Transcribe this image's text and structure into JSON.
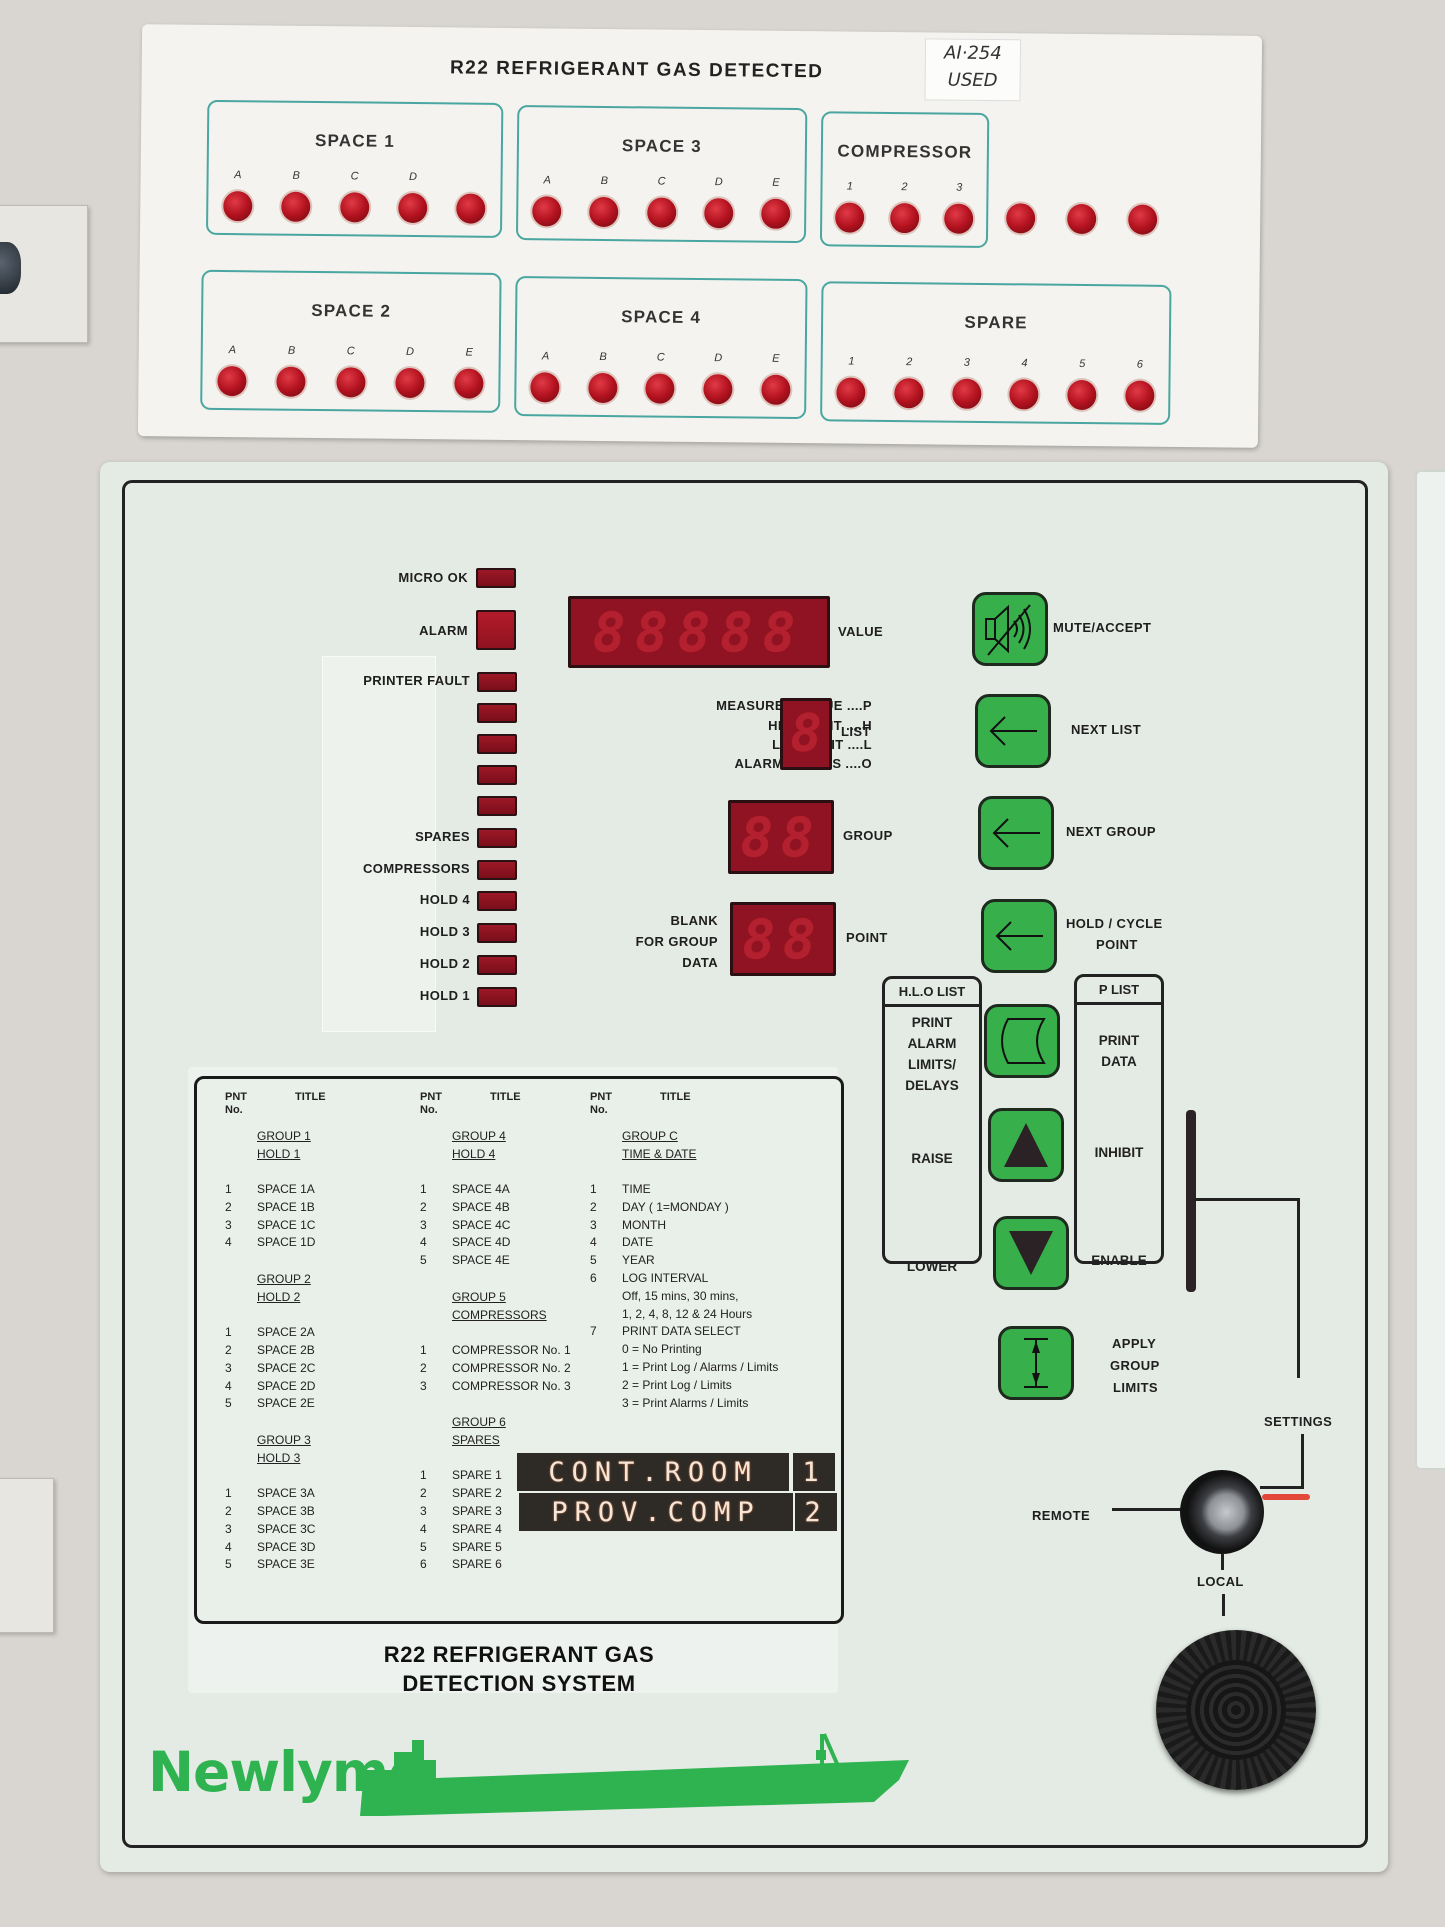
{
  "annunciator": {
    "title": "R22 REFRIGERANT GAS DETECTED",
    "note_line1": "AI·254",
    "note_line2": "USED",
    "zones": [
      {
        "name": "SPACE 1",
        "lamps": [
          "A",
          "B",
          "C",
          "D",
          ""
        ]
      },
      {
        "name": "SPACE 3",
        "lamps": [
          "A",
          "B",
          "C",
          "D",
          "E"
        ]
      },
      {
        "name": "COMPRESSOR",
        "lamps": [
          "1",
          "2",
          "3"
        ]
      },
      {
        "name": "SPACE 2",
        "lamps": [
          "A",
          "B",
          "C",
          "D",
          "E"
        ]
      },
      {
        "name": "SPACE 4",
        "lamps": [
          "A",
          "B",
          "C",
          "D",
          "E"
        ]
      },
      {
        "name": "SPARE",
        "lamps": [
          "1",
          "2",
          "3",
          "4",
          "5",
          "6"
        ]
      }
    ],
    "unlabeled_lamp_count": 3
  },
  "status_leds": {
    "micro_ok": "MICRO  OK",
    "alarm": "ALARM",
    "printer_fault": "PRINTER  FAULT",
    "spares": "SPARES",
    "compressors": "COMPRESSORS",
    "hold4": "HOLD  4",
    "hold3": "HOLD  3",
    "hold2": "HOLD  2",
    "hold1": "HOLD  1"
  },
  "displays": {
    "value_label": "VALUE",
    "value_digits": "88888",
    "list_label": "LIST",
    "list_digit": "8",
    "list_legend": [
      "MEASURED VALUE ....P",
      "HIGH LIMIT ....H",
      "LOW LIMIT ....L",
      "ALARM DELAYS ....O"
    ],
    "group_label": "GROUP",
    "group_digits": "88",
    "point_label": "POINT",
    "point_digits": "88",
    "point_note": [
      "BLANK",
      "FOR GROUP",
      "DATA"
    ]
  },
  "buttons": {
    "mute_accept": "MUTE/ACCEPT",
    "next_list": "NEXT LIST",
    "next_group": "NEXT GROUP",
    "hold_cycle_1": "HOLD / CYCLE",
    "hold_cycle_2": "POINT",
    "apply_1": "APPLY",
    "apply_2": "GROUP",
    "apply_3": "LIMITS"
  },
  "hlo_list": {
    "header": "H.L.O  LIST",
    "print": [
      "PRINT",
      "ALARM",
      "LIMITS/",
      "DELAYS"
    ],
    "raise": "RAISE",
    "lower": "LOWER"
  },
  "p_list": {
    "header": "P  LIST",
    "print": [
      "PRINT",
      "DATA"
    ],
    "inhibit": "INHIBIT",
    "enable": "ENABLE"
  },
  "keyswitch": {
    "settings": "SETTINGS",
    "remote": "REMOTE",
    "local": "LOCAL"
  },
  "legend": {
    "hdr_pnt": "PNT",
    "hdr_no": "No.",
    "hdr_title": "TITLE",
    "col1": [
      {
        "title1": "GROUP  1",
        "title2": "HOLD  1",
        "points": [
          "SPACE 1A",
          "SPACE 1B",
          "SPACE 1C",
          "SPACE 1D"
        ]
      },
      {
        "title1": "GROUP  2",
        "title2": "HOLD 2",
        "points": [
          "SPACE 2A",
          "SPACE 2B",
          "SPACE 2C",
          "SPACE 2D",
          "SPACE 2E"
        ]
      },
      {
        "title1": "GROUP  3",
        "title2": "HOLD 3",
        "points": [
          "SPACE 3A",
          "SPACE 3B",
          "SPACE 3C",
          "SPACE 3D",
          "SPACE 3E"
        ]
      }
    ],
    "col2": [
      {
        "title1": "GROUP  4",
        "title2": "HOLD 4",
        "points": [
          "SPACE 4A",
          "SPACE 4B",
          "SPACE 4C",
          "SPACE 4D",
          "SPACE 4E"
        ]
      },
      {
        "title1": "GROUP  5",
        "title2": "COMPRESSORS",
        "points": [
          "COMPRESSOR No. 1",
          "COMPRESSOR No. 2",
          "COMPRESSOR No. 3"
        ]
      },
      {
        "title1": "GROUP  6",
        "title2": "SPARES",
        "points": [
          "SPARE 1",
          "SPARE 2",
          "SPARE 3",
          "SPARE 4",
          "SPARE 5",
          "SPARE 6"
        ]
      }
    ],
    "col3": {
      "title1": "GROUP  C",
      "title2": "TIME & DATE",
      "rows": [
        {
          "n": "1",
          "t": "TIME"
        },
        {
          "n": "2",
          "t": "DAY ( 1=MONDAY )"
        },
        {
          "n": "3",
          "t": "MONTH"
        },
        {
          "n": "4",
          "t": "DATE"
        },
        {
          "n": "5",
          "t": "YEAR"
        },
        {
          "n": "6",
          "t": "LOG INTERVAL"
        },
        {
          "n": "",
          "t": "Off, 15 mins, 30 mins,"
        },
        {
          "n": "",
          "t": "1, 2, 4, 8, 12 & 24 Hours"
        },
        {
          "n": "7",
          "t": "PRINT DATA SELECT"
        },
        {
          "n": "",
          "t": "0 = No Printing"
        },
        {
          "n": "",
          "t": "1 = Print Log / Alarms / Limits"
        },
        {
          "n": "",
          "t": "2 = Print Log / Limits"
        },
        {
          "n": "",
          "t": "3 = Print Alarms / Limits"
        }
      ]
    }
  },
  "tapes": {
    "line1": "CONT.ROOM",
    "num1": "1",
    "line2": "PROV.COMP",
    "num2": "2"
  },
  "system_title_1": "R22  REFRIGERANT  GAS",
  "system_title_2": "DETECTION  SYSTEM",
  "brand": "Newlyme",
  "colors": {
    "led_red": "#9c1826",
    "button_green": "#37b04c",
    "brand_green": "#2fb351",
    "zone_border": "#4aa6a0"
  }
}
